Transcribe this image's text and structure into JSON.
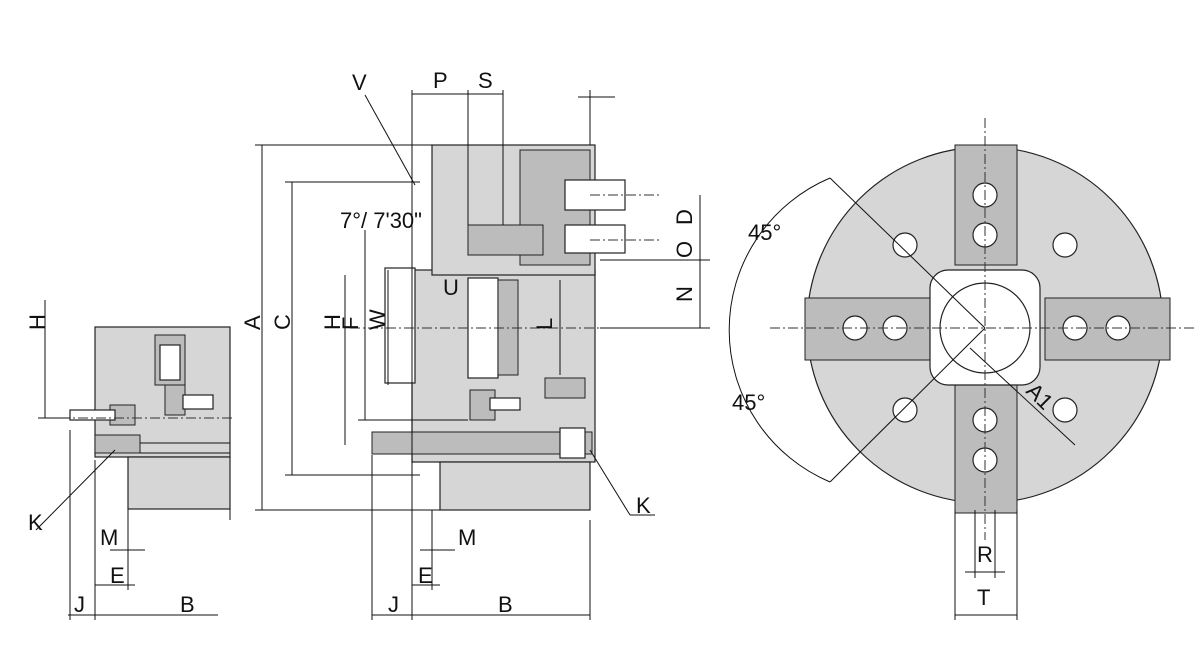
{
  "labels": {
    "V": "V",
    "P": "P",
    "S": "S",
    "angle": "7°/ 7'30\"",
    "D": "D",
    "O": "O",
    "N": "N",
    "U": "U",
    "L": "L",
    "A": "A",
    "C": "C",
    "H": "H",
    "F": "F",
    "W": "W",
    "K": "K",
    "M": "M",
    "E": "E",
    "J": "J",
    "B": "B",
    "R": "R",
    "T": "T",
    "A1": "A1",
    "deg45": "45°"
  },
  "colors": {
    "body": "#d6d6d6",
    "line": "#111111",
    "background": "#ffffff"
  }
}
